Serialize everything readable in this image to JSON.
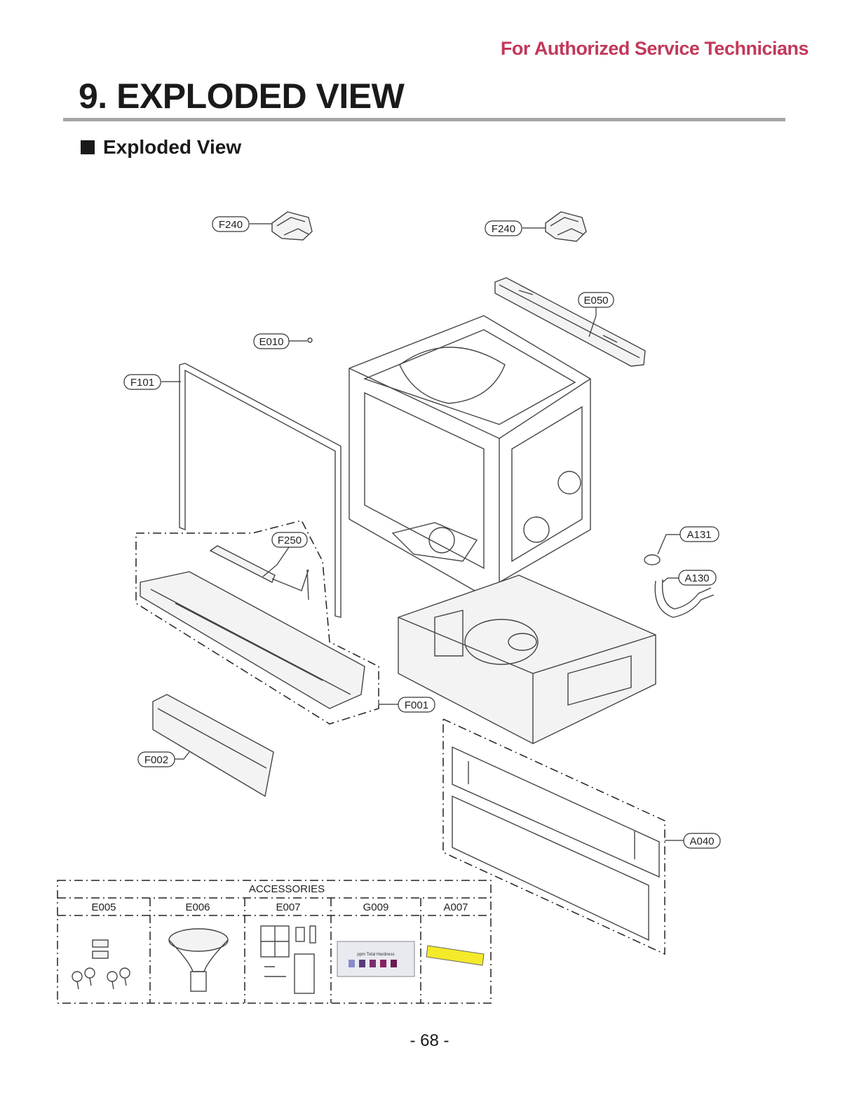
{
  "header": {
    "note": "For Authorized Service Technicians",
    "title": "9. EXPLODED VIEW",
    "section": "Exploded View"
  },
  "callouts": {
    "f240_left": "F240",
    "f240_right": "F240",
    "e050": "E050",
    "e010": "E010",
    "f101": "F101",
    "a131": "A131",
    "f250": "F250",
    "a130": "A130",
    "f001": "F001",
    "f002": "F002",
    "a040": "A040"
  },
  "accessories": {
    "title": "ACCESSORIES",
    "columns": [
      "E005",
      "E006",
      "E007",
      "G009",
      "A007"
    ]
  },
  "hardness_strip": {
    "label": "ppm Total Hardness"
  },
  "colors": {
    "header_note": "#c2385a",
    "rule": "#a6a6a6",
    "a007_tape": "#f4ea2a"
  },
  "footer": {
    "page_number": "- 68 -"
  }
}
